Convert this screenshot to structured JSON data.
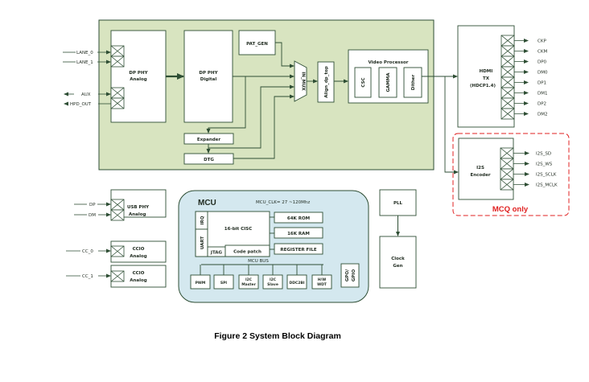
{
  "caption": "Figure 2 System Block Diagram",
  "colors": {
    "soc_fill": "#d8e4c0",
    "line": "#2e4e34",
    "mcu_fill": "#d4e8ef",
    "mcq_dash": "#e02020"
  },
  "dp_inputs": {
    "lane0": "LANE_0",
    "lane1": "LANE_1",
    "aux": "AUX",
    "hpd": "HPD_OUT"
  },
  "blocks": {
    "dp_phy_analog": [
      "DP PHY",
      "Analog"
    ],
    "dp_phy_digital": [
      "DP PHY",
      "Digital"
    ],
    "pat_gen": "PAT_GEN",
    "expander": "Expander",
    "dtg": "DTG",
    "in_mux": "IN_MUX",
    "align_dp_top": "Align_dp_top",
    "video_processor": {
      "title": "Video Processor",
      "subs": [
        "CSC",
        "GAMMA",
        "Dither"
      ]
    },
    "hdmi_tx": [
      "HDMI",
      "TX",
      "(HDCP1.4)"
    ],
    "i2s_encoder": [
      "I2S",
      "Encoder"
    ],
    "usb_phy": [
      "USB PHY",
      "Analog"
    ],
    "ccio_0": [
      "CCIO",
      "Analog"
    ],
    "ccio_1": [
      "CCIO",
      "Analog"
    ],
    "pll": "PLL",
    "clock_gen": [
      "Clock",
      "Gen"
    ]
  },
  "hdmi_outputs": [
    "CKP",
    "CKM",
    "DP0",
    "DM0",
    "DP1",
    "DM1",
    "DP2",
    "DM2"
  ],
  "i2s_outputs": [
    "I2S_SD",
    "I2S_WS",
    "I2S_SCLK",
    "I2S_MCLK"
  ],
  "mcq_label": "MCQ only",
  "usb_inputs": {
    "dp": "DP",
    "dm": "DM"
  },
  "cc_inputs": {
    "cc0": "CC_0",
    "cc1": "CC_1"
  },
  "mcu": {
    "title": "MCU",
    "clock": "MCU_CLK= 27 ~120Mhz",
    "irq": "IRQ",
    "uart": "UART",
    "cpu": "16-bit CISC",
    "jtag": "JTAG",
    "code_patch": "Code patch",
    "rom": "64K ROM",
    "ram": "16K RAM",
    "register_file": "REGISTER FILE",
    "bus": "MCU BUS",
    "peripherals": [
      [
        "PWM"
      ],
      [
        "SPI"
      ],
      [
        "I2C",
        "Master"
      ],
      [
        "I2C",
        "Slave"
      ],
      [
        "DDC2BI"
      ],
      [
        "H/W",
        "WDT"
      ]
    ],
    "gpio": [
      "GPO/",
      "GPIO"
    ]
  }
}
